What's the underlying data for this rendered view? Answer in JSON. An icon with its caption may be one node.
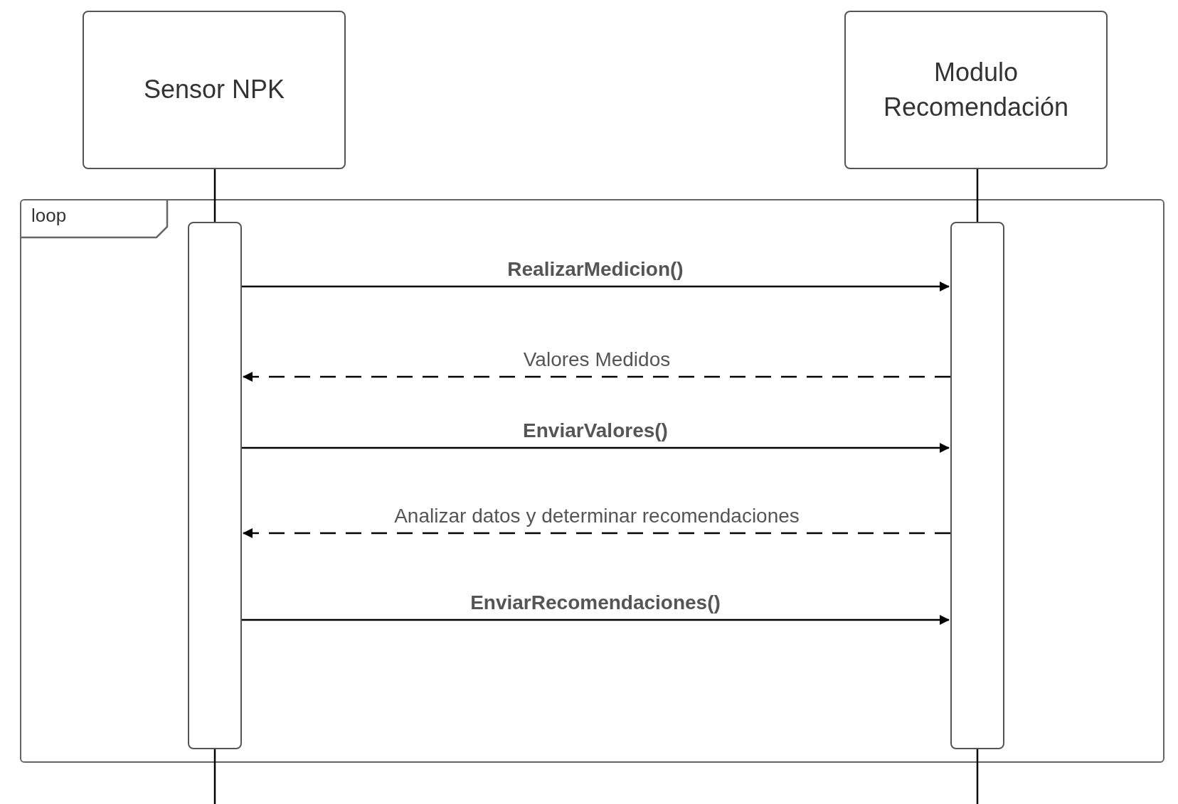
{
  "diagram": {
    "nodes": [
      {
        "text": [
          "Sensor NPK"
        ]
      },
      {
        "text": [
          "Modulo Recomendación"
        ]
      },
      {
        "text": [
          "loop"
        ]
      },
      {
        "text": [],
        "shape": "bar",
        "in": 2
      },
      {
        "text": [],
        "shape": "bar",
        "in": 2
      }
    ],
    "edges": [
      {
        "from": 0,
        "to": 3,
        "arrow": "none"
      },
      {
        "from": 1,
        "to": 4,
        "arrow": "none"
      },
      {
        "from": 3,
        "to": null,
        "arrow": "none"
      },
      {
        "from": 4,
        "to": null,
        "arrow": "none"
      },
      {
        "from": 3,
        "to": 4,
        "arrow": "to",
        "label": "RealizarMedicion()"
      },
      {
        "from": 4,
        "to": 3,
        "arrow": "to",
        "label": "Valores Medidos",
        "style": "dashed"
      },
      {
        "from": 3,
        "to": 4,
        "arrow": "to",
        "label": "EnviarValores()"
      },
      {
        "from": 4,
        "to": 3,
        "arrow": "to",
        "label": "Analizar datos y determinar recomendaciones",
        "style": "dashed"
      },
      {
        "from": 3,
        "to": 4,
        "arrow": "to",
        "label": "EnviarRecomendaciones()"
      }
    ]
  }
}
